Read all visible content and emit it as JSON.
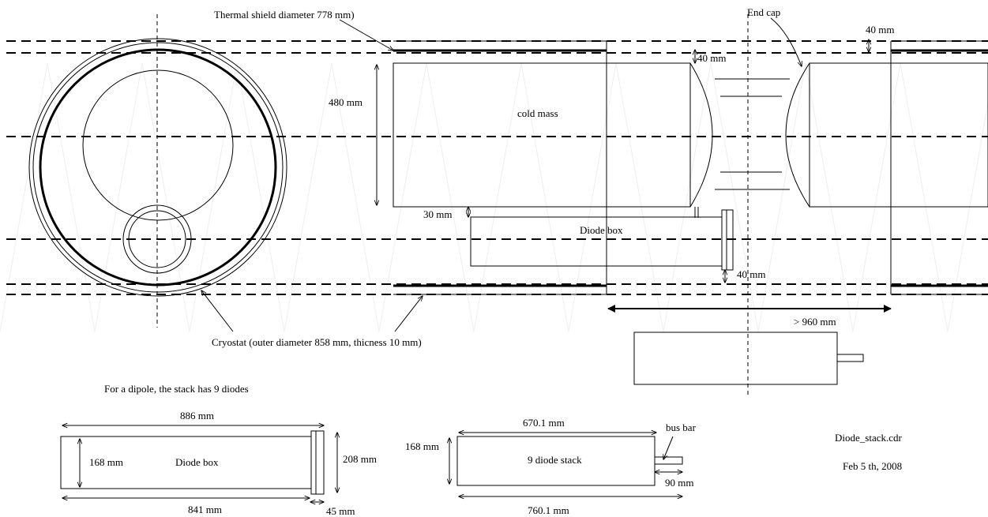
{
  "labels": {
    "thermal_shield": "Thermal shield diameter 778 mm)",
    "end_cap": "End cap",
    "dim_40_top_right": "40 mm",
    "dim_40_top": "40 mm",
    "dim_480": "480 mm",
    "cold_mass": "cold mass",
    "dim_30": "30 mm",
    "diode_box_top": "Diode box",
    "dim_40_bottom": "40 mm",
    "dim_960": "> 960 mm",
    "cryostat": "Cryostat (outer diameter 858 mm, thicness 10 mm)",
    "dipole_note": "For a dipole, the stack has 9 diodes",
    "dim_886": "886 mm",
    "dim_168_left": "168 mm",
    "diode_box_bottom": "Diode box",
    "dim_208": "208 mm",
    "dim_841": "841 mm",
    "dim_45": "45 mm",
    "dim_670": "670.1 mm",
    "bus_bar": "bus bar",
    "dim_168_right": "168 mm",
    "diode_stack": "9 diode stack",
    "dim_90": "90 mm",
    "dim_760": "760.1 mm",
    "file_name": "Diode_stack.cdr",
    "date": "Feb 5 th, 2008"
  }
}
